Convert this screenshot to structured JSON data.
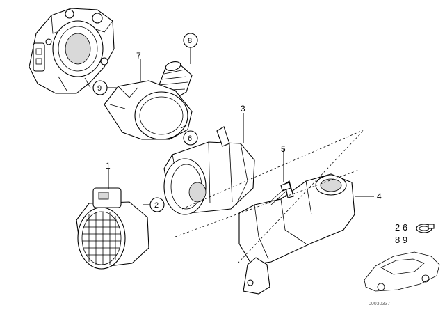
{
  "callouts": {
    "c1": "1",
    "c2": "2",
    "c3": "3",
    "c4": "4",
    "c5": "5",
    "c6": "6",
    "c7": "7",
    "c8": "8",
    "c9": "9"
  },
  "car_refs": {
    "row1": "2 6",
    "row2": "8 9"
  },
  "diagram_code": "00030337"
}
